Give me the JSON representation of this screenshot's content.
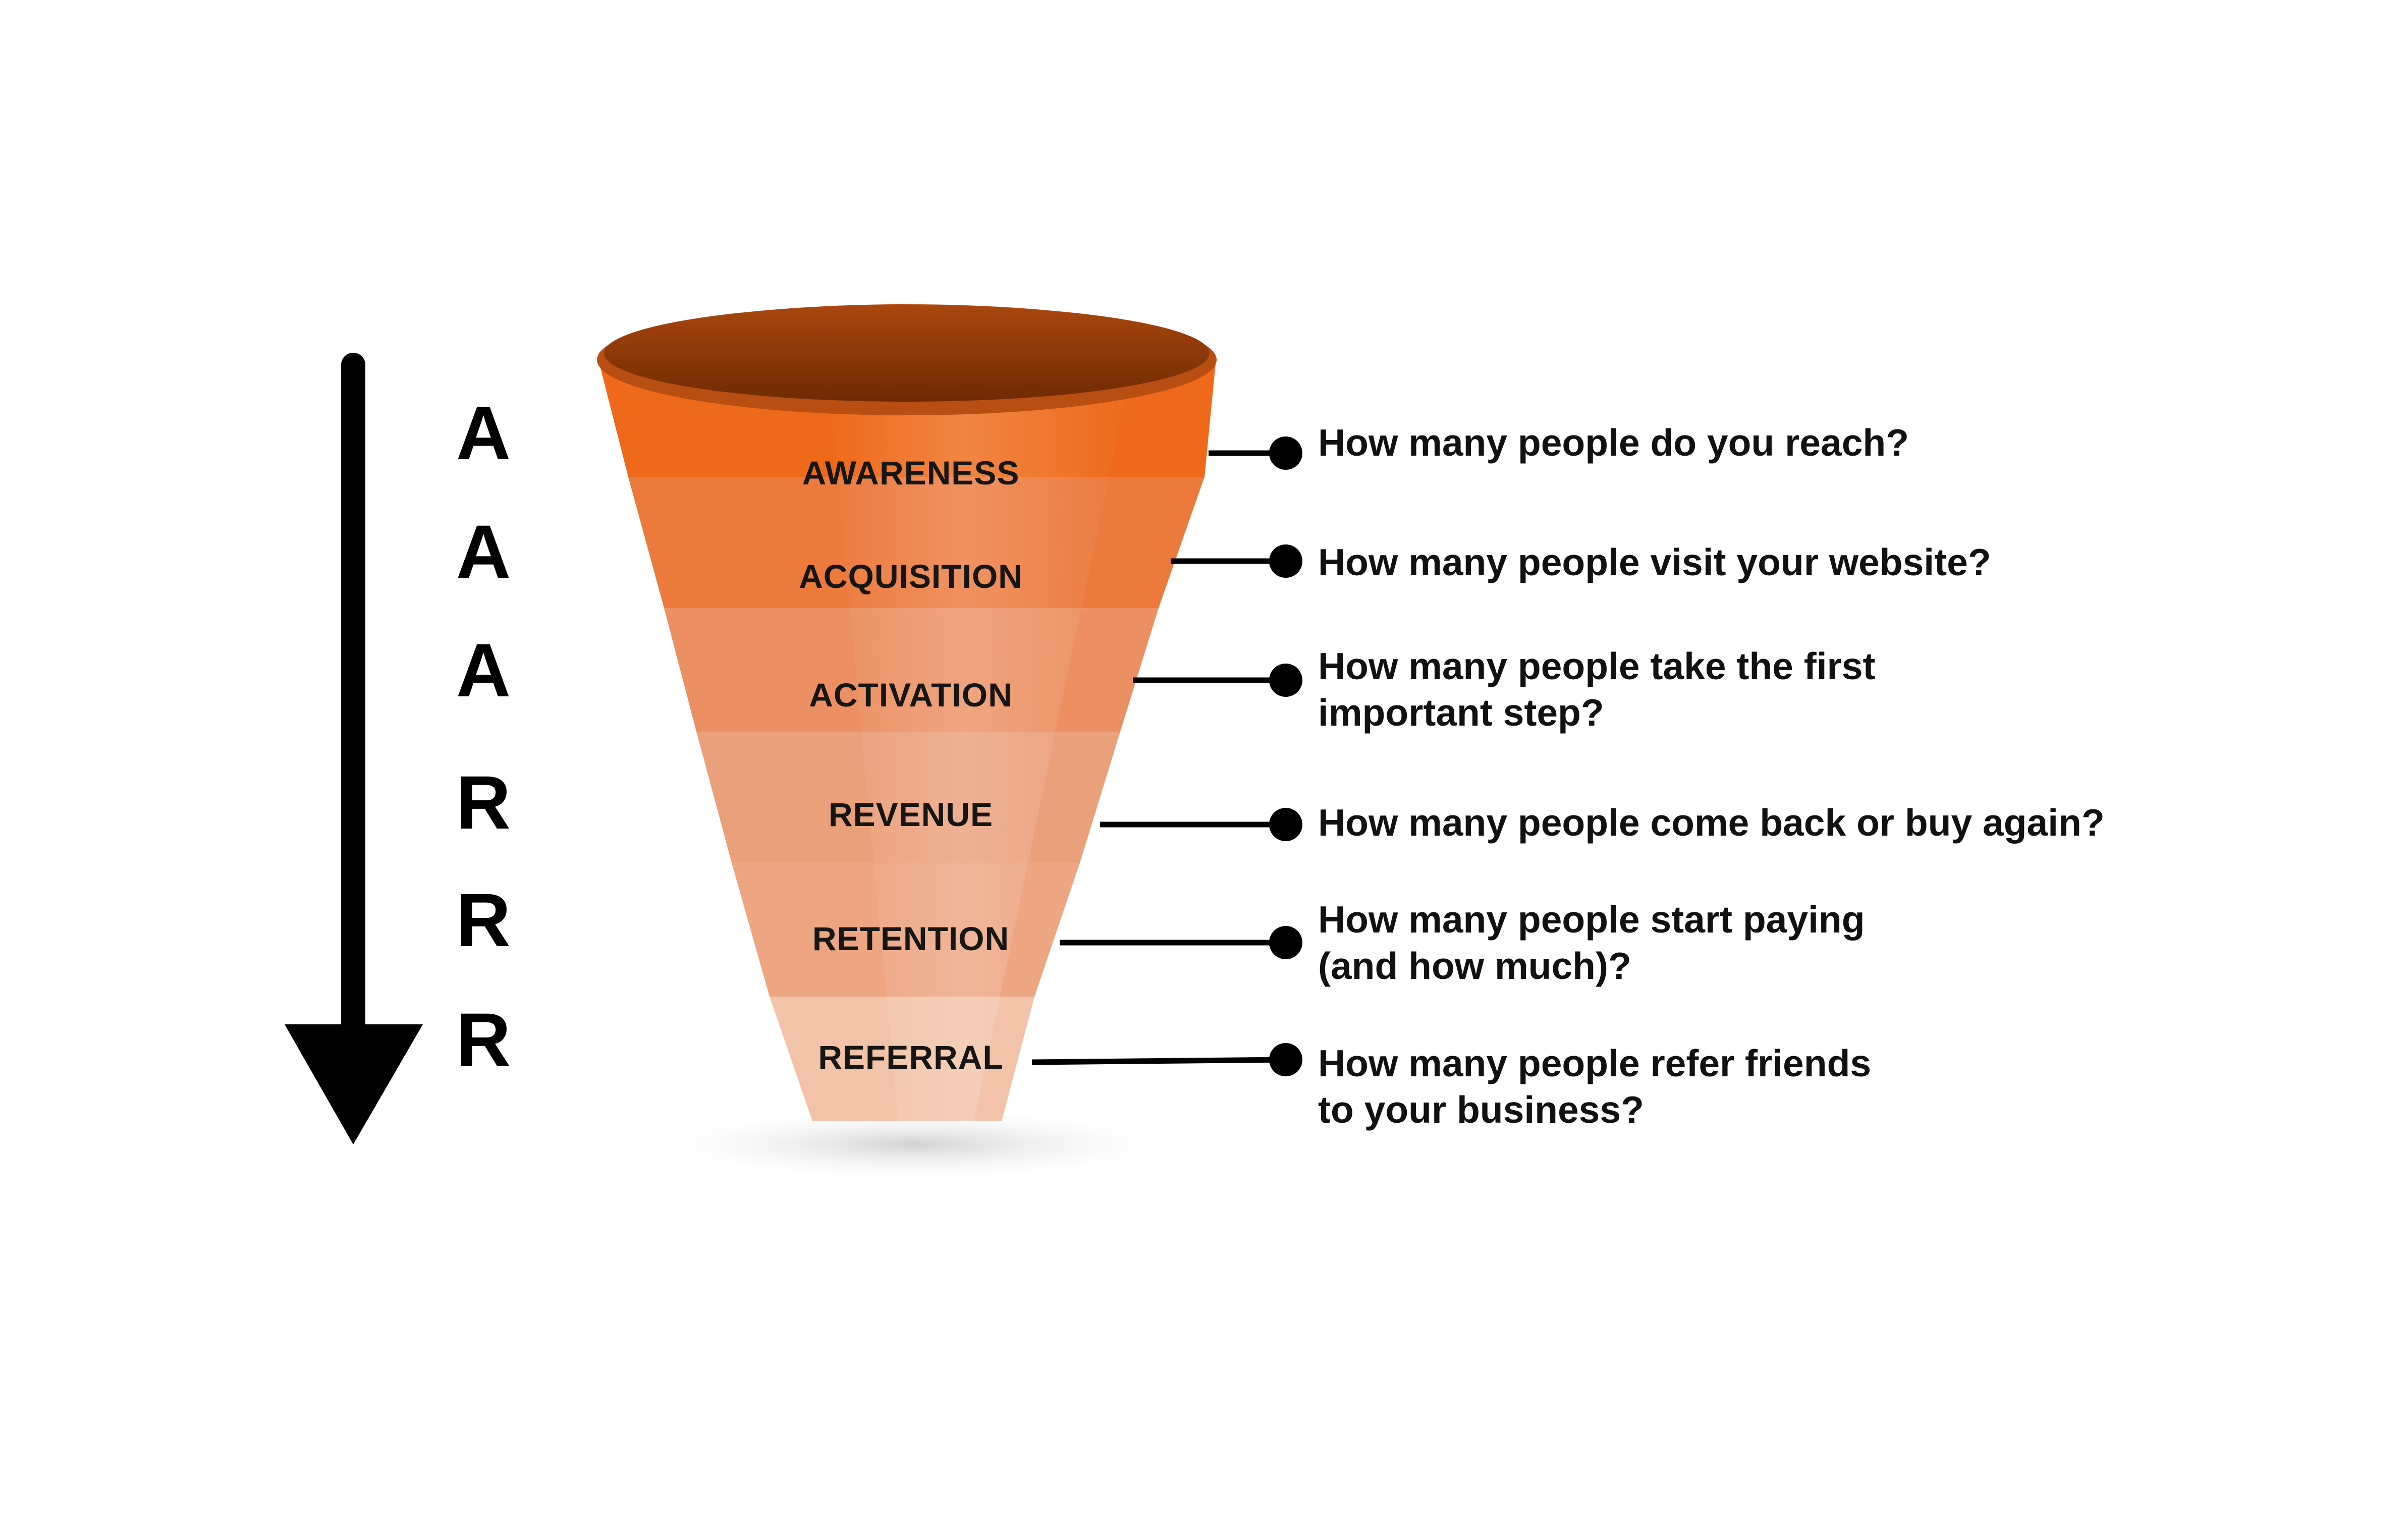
{
  "colors": {
    "rim_outer": "#b84e12",
    "rim_inner": "#7a2e02",
    "stage_fills": [
      "#ee6a1a",
      "#ec7a3d",
      "#ec9063",
      "#eba07c",
      "#eda582",
      "#f2c3a8"
    ],
    "stage_text": "#161616",
    "arrow": "#000000",
    "connector": "#000000"
  },
  "letters": [
    "A",
    "A",
    "A",
    "R",
    "R",
    "R"
  ],
  "stages": [
    {
      "label": "AWARENESS"
    },
    {
      "label": "ACQUISITION"
    },
    {
      "label": "ACTIVATION"
    },
    {
      "label": "REVENUE"
    },
    {
      "label": "RETENTION"
    },
    {
      "label": "REFERRAL"
    }
  ],
  "questions": [
    {
      "lines": [
        "How many people do you reach?"
      ]
    },
    {
      "lines": [
        "How many people visit your website?"
      ]
    },
    {
      "lines": [
        "How many people take the first",
        "important step?"
      ]
    },
    {
      "lines": [
        "How many people come back or buy again?"
      ]
    },
    {
      "lines": [
        "How many people start paying",
        "(and how much)?"
      ]
    },
    {
      "lines": [
        "How many people refer friends",
        "to your business?"
      ]
    }
  ],
  "icons": {
    "arrow": "down-arrow-icon",
    "connector_dot": "connector-dot-icon"
  }
}
